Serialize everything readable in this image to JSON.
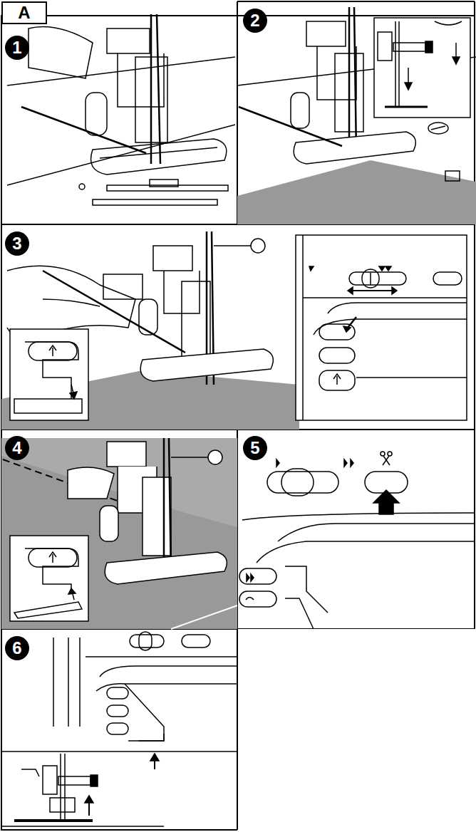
{
  "diagram": {
    "nodes": [
      {
        "text": [
          "A"
        ]
      }
    ],
    "labels": [
      "1",
      "2",
      "3",
      "4",
      "5",
      "6"
    ]
  }
}
